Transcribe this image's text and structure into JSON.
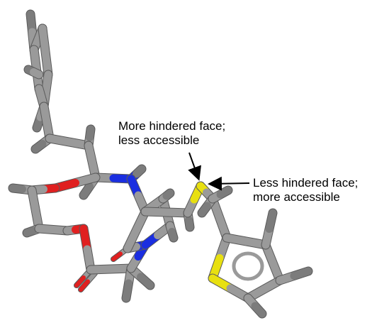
{
  "annotations": {
    "more_hindered": {
      "line1": "More hindered face;",
      "line2": "less accessible"
    },
    "less_hindered": {
      "line1": "Less hindered face;",
      "line2": "more accessible"
    }
  },
  "colors": {
    "carbon": "#9a9a9a",
    "hydrogen": "#7c7c7c",
    "oxygen": "#e02020",
    "nitrogen": "#1a2ee0",
    "sulfur": "#e8e010",
    "arrow": "#000000",
    "background": "#ffffff"
  }
}
